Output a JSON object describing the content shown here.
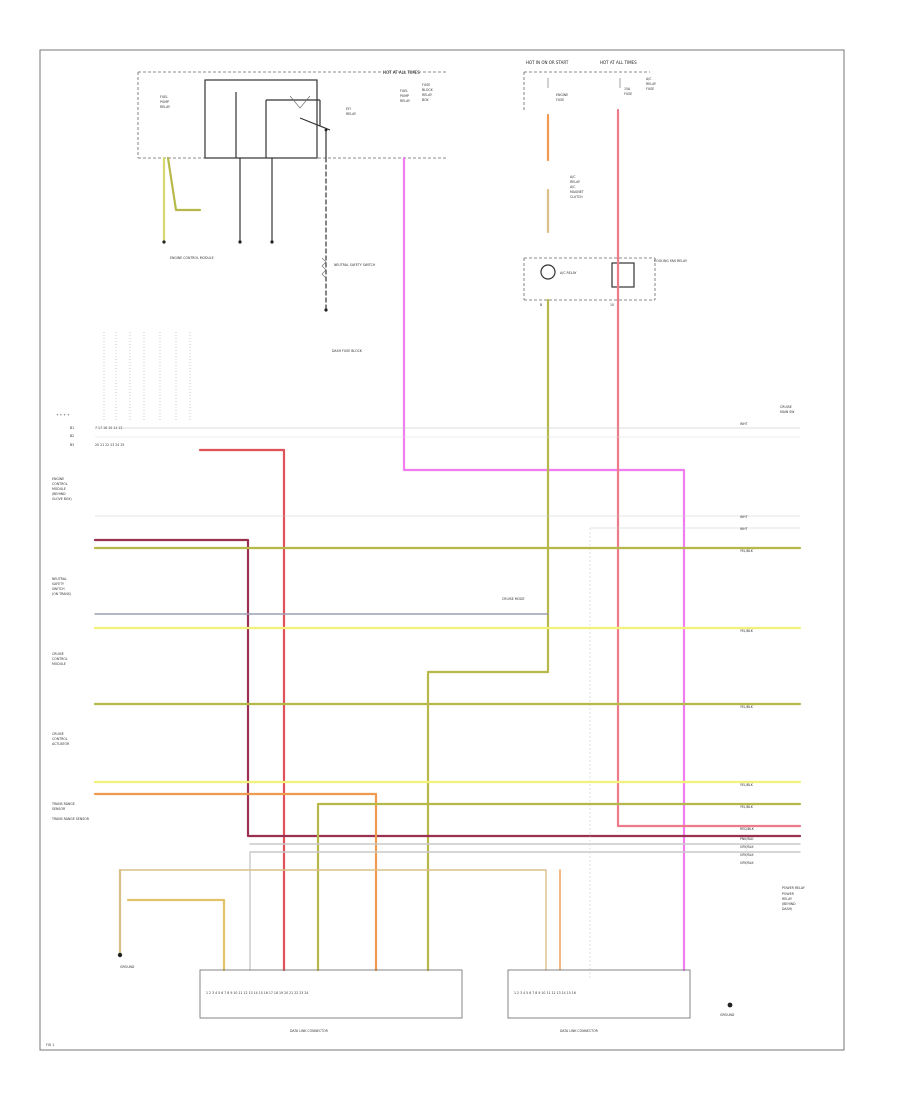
{
  "colors": {
    "pink": "#f07cf0",
    "red": "#e0525a",
    "darkred": "#9b3050",
    "yellow": "#f2f27a",
    "olive": "#b6b84a",
    "orange": "#f09a50",
    "gray": "#b7b7b7",
    "tan": "#d8c088",
    "black": "#333333",
    "frame": "#777777"
  },
  "labels": {
    "top_relay_bus": "HOT AT ALL TIMES",
    "top_right_bus_left": "HOT IN ON OR START",
    "top_right_bus_right": "HOT AT ALL TIMES",
    "engine_control_module": "ENGINE CONTROL MODULE",
    "neutral_safety_switch": "NEUTRAL SAFETY SWITCH",
    "fuse_block_relay": "FUSE BLOCK RELAY",
    "dash_fuse_block": "DASH FUSE BLOCK",
    "cruise_mode": "CRUISE MODE",
    "ecm_lower_label": "ENGINE CONTROL MODULE",
    "ac_relay": "A/C RELAY",
    "cooling_fan_relay": "COOLING FAN RELAY",
    "power_relay": "POWER RELAY",
    "trans_range": "TRANS RANGE SENSOR",
    "dlc_left": "DATA LINK CONNECTOR",
    "dlc_right": "DATA LINK CONNECTOR",
    "ground_left": "GROUND",
    "ground_right": "GROUND",
    "fig_number": "FIG 1"
  }
}
